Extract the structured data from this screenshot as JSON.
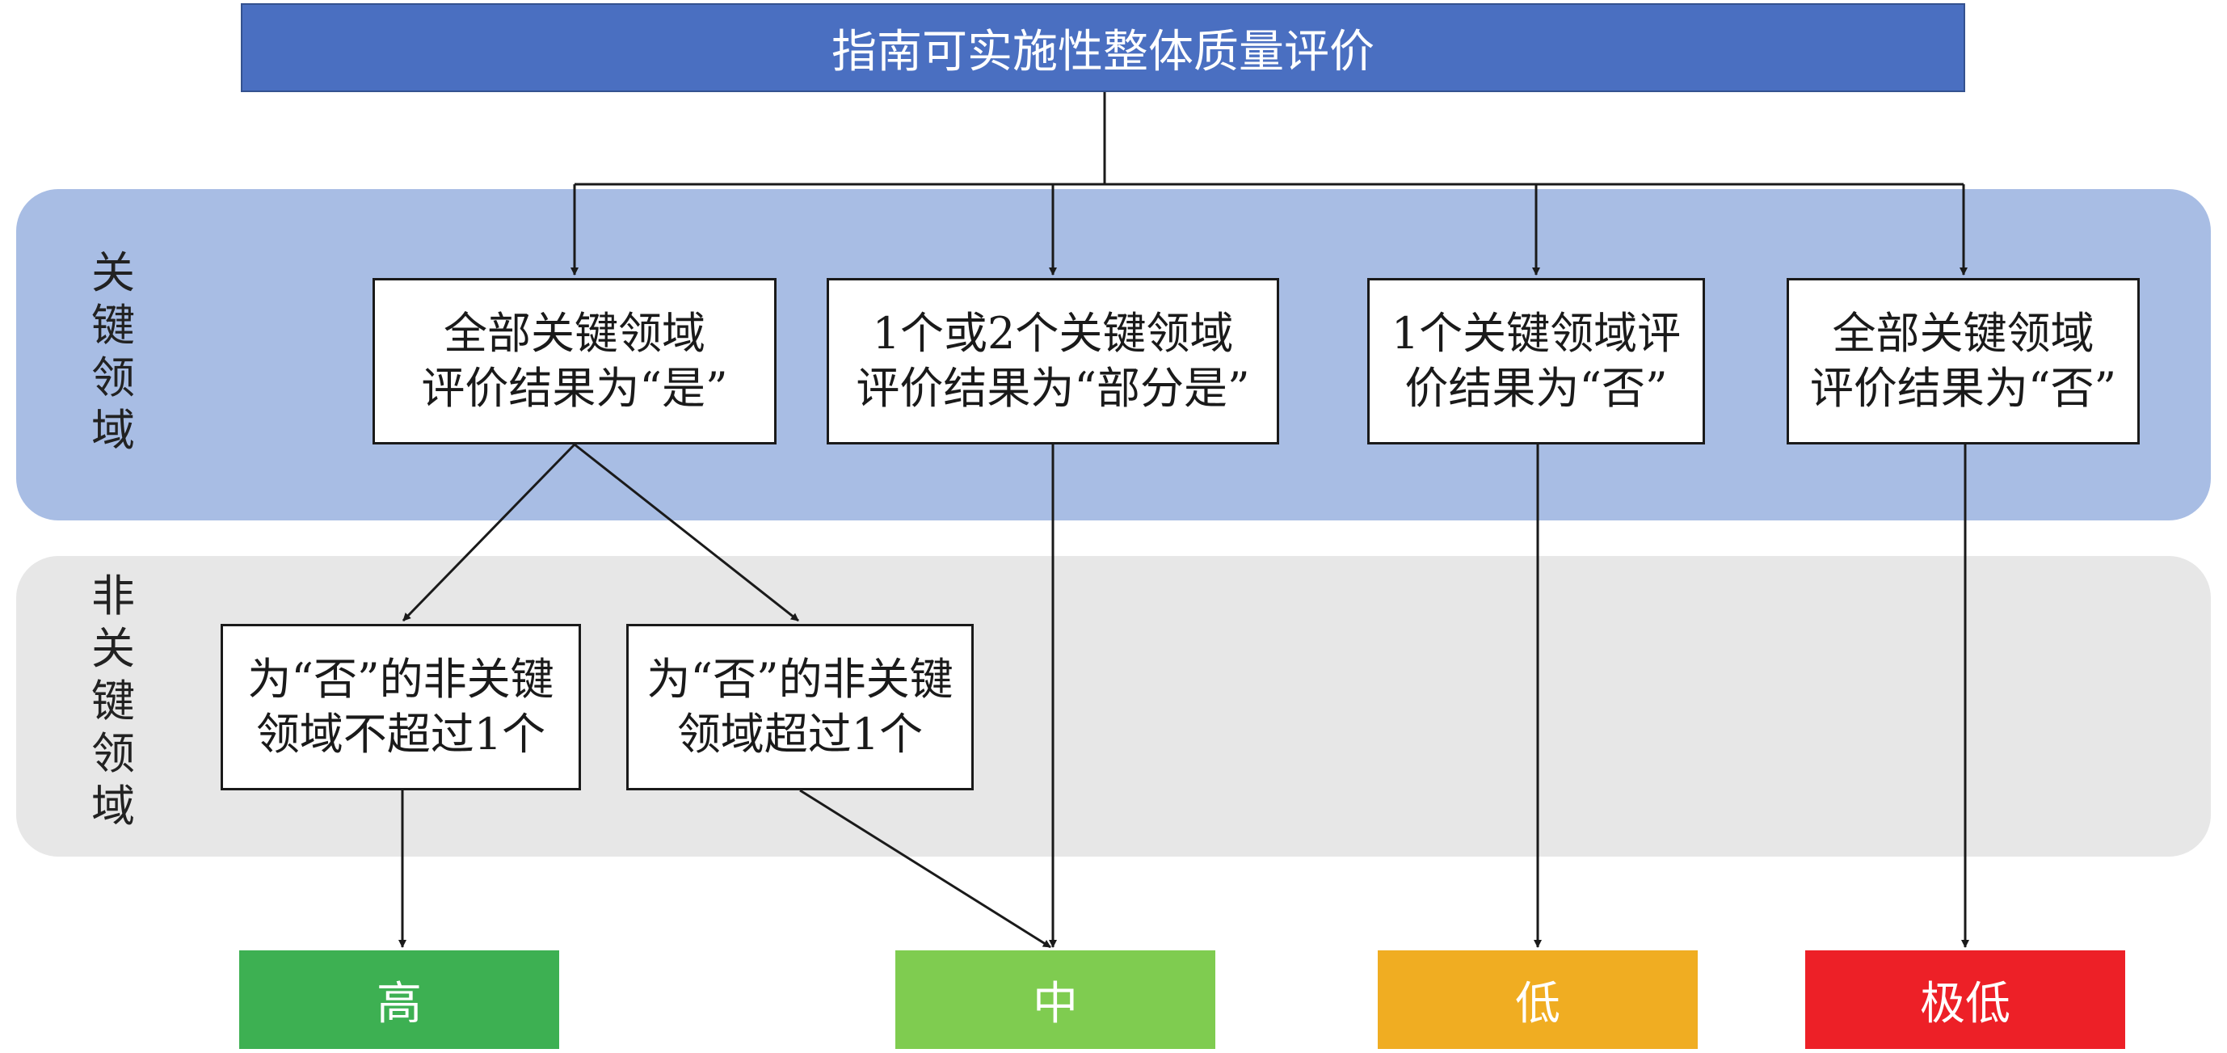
{
  "title": "指南可实施性整体质量评价",
  "bands": {
    "key": {
      "label": "关\n键\n领\n域",
      "color": "#a8bde4"
    },
    "nonkey": {
      "label": "非\n关\n键\n领\n域",
      "color": "#e7e7e7"
    }
  },
  "key_nodes": [
    {
      "id": "all-yes",
      "text": "全部关键领域\n评价结果为“是”"
    },
    {
      "id": "partial",
      "text": "1个或2个关键领域\n评价结果为“部分是”"
    },
    {
      "id": "one-no",
      "text": "1个关键领域评\n价结果为“否”"
    },
    {
      "id": "all-no",
      "text": "全部关键领域\n评价结果为“否”"
    }
  ],
  "nonkey_nodes": [
    {
      "id": "le-one",
      "text": "为“否”的非关键\n领域不超过1个"
    },
    {
      "id": "gt-one",
      "text": "为“否”的非关键\n领域超过1个"
    }
  ],
  "results": [
    {
      "id": "high",
      "label": "高",
      "color": "#3db052"
    },
    {
      "id": "medium",
      "label": "中",
      "color": "#7fcc50"
    },
    {
      "id": "low",
      "label": "低",
      "color": "#f0ad22"
    },
    {
      "id": "very-low",
      "label": "极低",
      "color": "#ed2027"
    }
  ]
}
